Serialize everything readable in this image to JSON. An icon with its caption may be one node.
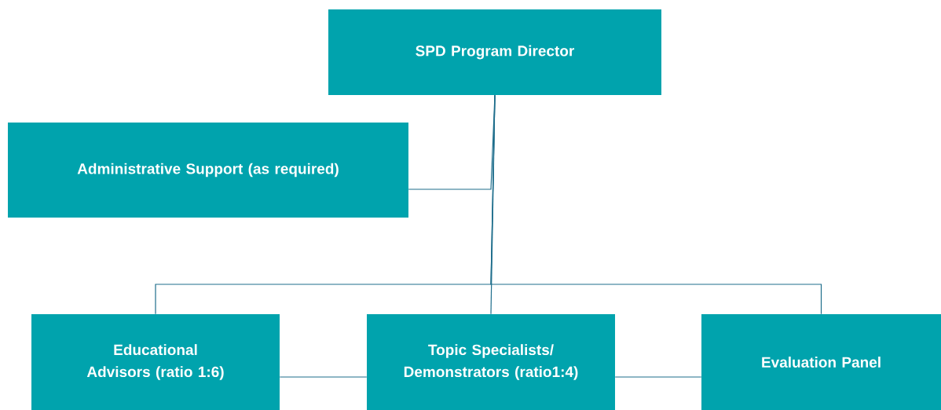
{
  "diagram": {
    "nodes": [
      {
        "text": [
          "SPD Program Director"
        ]
      },
      {
        "text": [
          "Administrative Support (as required)"
        ]
      },
      {
        "text": [
          "Educational Advisors (ratio 1:6)"
        ]
      },
      {
        "text": [
          "Topic Specialists/ Demonstrators (ratio1:4)"
        ]
      },
      {
        "text": [
          "Evaluation Panel"
        ]
      }
    ],
    "edges": [
      {
        "from": 0,
        "to": 1,
        "arrow": "none"
      },
      {
        "from": 0,
        "to": 2,
        "arrow": "none"
      },
      {
        "from": 0,
        "to": 3,
        "arrow": "none"
      },
      {
        "from": 0,
        "to": 4,
        "arrow": "none"
      },
      {
        "from": 2,
        "to": 3,
        "arrow": "none"
      },
      {
        "from": 3,
        "to": 4,
        "arrow": "none"
      }
    ]
  }
}
